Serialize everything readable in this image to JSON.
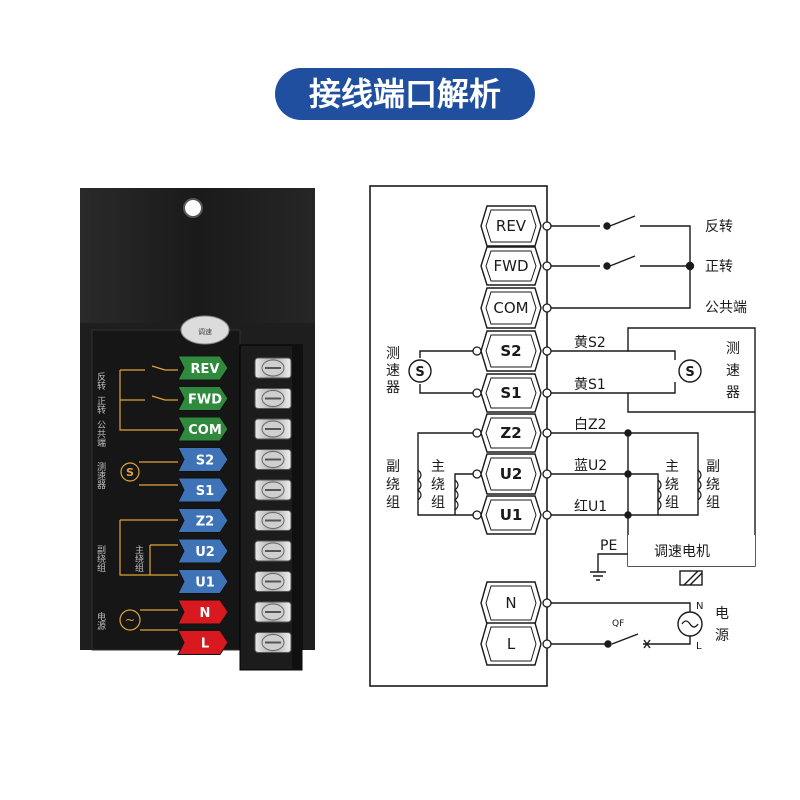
{
  "title": "接线端口解析",
  "colors": {
    "title_bg": "#1f4f9e",
    "green": "#2f8a3d",
    "blue": "#3f73b8",
    "red": "#d8191f",
    "body": "#1c1c1c",
    "ink": "#1a1a1a",
    "orange": "#e3a33a"
  },
  "device": {
    "emblem": "调速",
    "labels": {
      "reverse": "反转",
      "forward": "正转",
      "common": "公共端",
      "tacho": "测速器",
      "aux_winding": "副绕组",
      "main_winding": "主绕组",
      "power": "电源"
    },
    "terminals": [
      "REV",
      "FWD",
      "COM",
      "S2",
      "S1",
      "Z2",
      "U2",
      "U1",
      "N",
      "L"
    ]
  },
  "diagram": {
    "terminals": [
      "REV",
      "FWD",
      "COM",
      "S2",
      "S1",
      "Z2",
      "U2",
      "U1",
      "N",
      "L"
    ],
    "right_labels": {
      "reverse": "反转",
      "forward": "正转",
      "common": "公共端",
      "s2": "黄S2",
      "s1": "黄S1",
      "z2": "白Z2",
      "u2": "蓝U2",
      "u1": "红U1",
      "pe": "PE",
      "motor": "调速电机",
      "qf": "QF",
      "n": "N",
      "l": "L"
    },
    "tacho_left": [
      "测",
      "速",
      "器"
    ],
    "tacho_right": [
      "测",
      "速",
      "器"
    ],
    "aux_left": [
      "副",
      "绕",
      "组"
    ],
    "main_left": [
      "主",
      "绕",
      "组"
    ],
    "main_right": [
      "主",
      "绕",
      "组"
    ],
    "aux_right": [
      "副",
      "绕",
      "组"
    ],
    "power": [
      "电",
      "源"
    ],
    "tacho_symbol": "S"
  }
}
